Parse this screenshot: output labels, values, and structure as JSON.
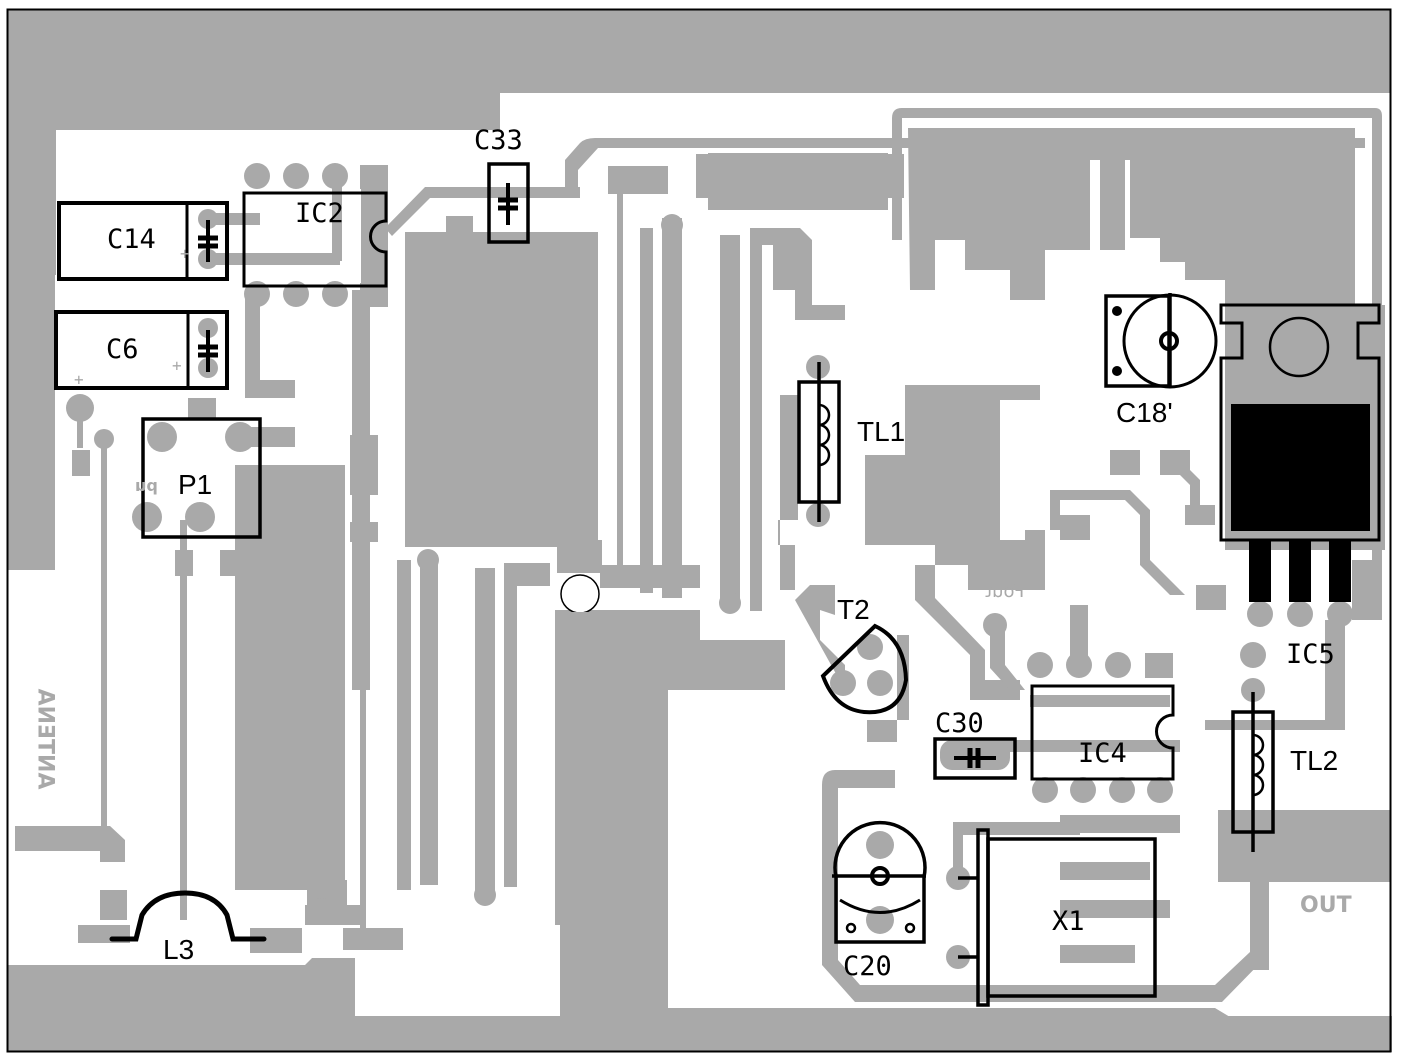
{
  "diagram": {
    "title": "PCB component layout (top silkscreen over mirrored copper)",
    "colors": {
      "copper": "#a9a9a9",
      "silkscreen": "#000000",
      "board": "#ffffff"
    },
    "components": {
      "C14": "C14",
      "C6": "C6",
      "IC2": "IC2",
      "C33": "C33",
      "P1": "P1",
      "L3": "L3",
      "TL1": "TL1",
      "C18": "C18'",
      "T2": "T2",
      "IC5": "IC5",
      "C30": "C30",
      "IC4": "IC4",
      "TL2": "TL2",
      "C20": "C20",
      "X1": "X1"
    },
    "copper_text": {
      "antenna": "ANTENA",
      "out": "OUT",
      "fout": "Fout",
      "p1_marker": "pu"
    },
    "polarity_mark": "+"
  }
}
